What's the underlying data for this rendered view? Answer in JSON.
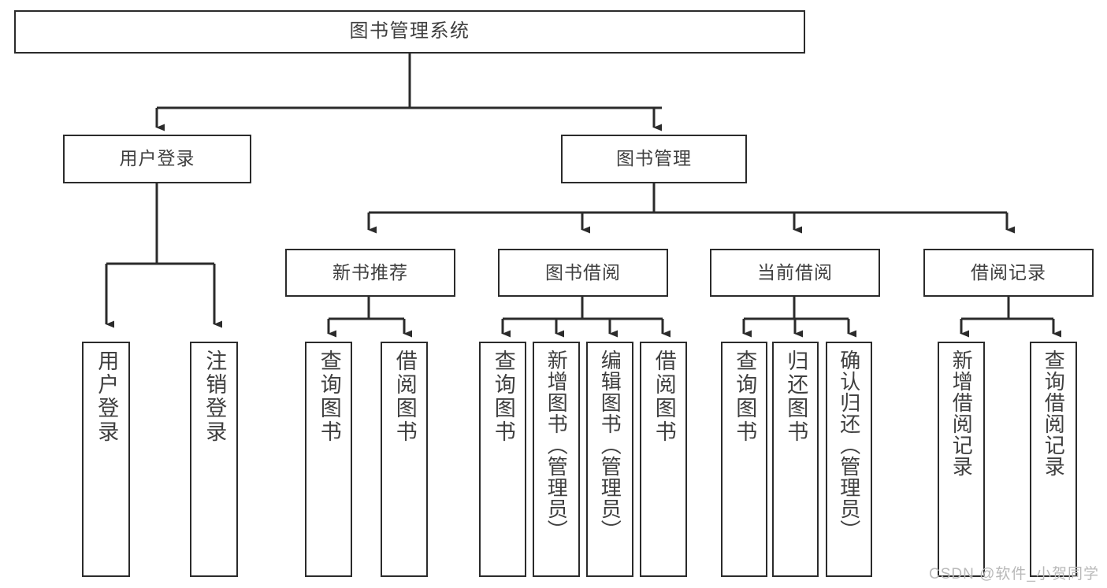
{
  "diagram": {
    "title": "图书管理系统",
    "type": "tree",
    "root": {
      "id": "root",
      "label": "图书管理系统"
    },
    "level2": [
      {
        "id": "user-login",
        "label": "用户登录"
      },
      {
        "id": "book-manage",
        "label": "图书管理"
      }
    ],
    "level3": [
      {
        "id": "new-book-recommend",
        "label": "新书推荐"
      },
      {
        "id": "book-borrow",
        "label": "图书借阅"
      },
      {
        "id": "current-borrow",
        "label": "当前借阅"
      },
      {
        "id": "borrow-record",
        "label": "借阅记录"
      }
    ],
    "leaves": {
      "user_login": [
        {
          "id": "leaf-user-login",
          "label": "用户登录"
        },
        {
          "id": "leaf-logout-login",
          "label": "注销登录"
        }
      ],
      "new_book_recommend": [
        {
          "id": "leaf-query-book-1",
          "label": "查询图书"
        },
        {
          "id": "leaf-borrow-book-1",
          "label": "借阅图书"
        }
      ],
      "book_borrow": [
        {
          "id": "leaf-query-book-2",
          "label": "查询图书"
        },
        {
          "id": "leaf-add-book",
          "label": "新增图书（管理员）"
        },
        {
          "id": "leaf-edit-book",
          "label": "编辑图书（管理员）"
        },
        {
          "id": "leaf-borrow-book-2",
          "label": "借阅图书"
        }
      ],
      "current_borrow": [
        {
          "id": "leaf-query-book-3",
          "label": "查询图书"
        },
        {
          "id": "leaf-return-book",
          "label": "归还图书"
        },
        {
          "id": "leaf-confirm-return",
          "label": "确认归还（管理员）"
        }
      ],
      "borrow_record": [
        {
          "id": "leaf-add-record",
          "label": "新增借阅记录"
        },
        {
          "id": "leaf-query-record",
          "label": "查询借阅记录"
        }
      ]
    }
  },
  "watermark": {
    "text": "CSDN @软件_小贺同学"
  },
  "colors": {
    "stroke": "#2b2b2b",
    "text": "#3f3f3f",
    "background": "#ffffff",
    "watermark": "#b9b9b9"
  }
}
